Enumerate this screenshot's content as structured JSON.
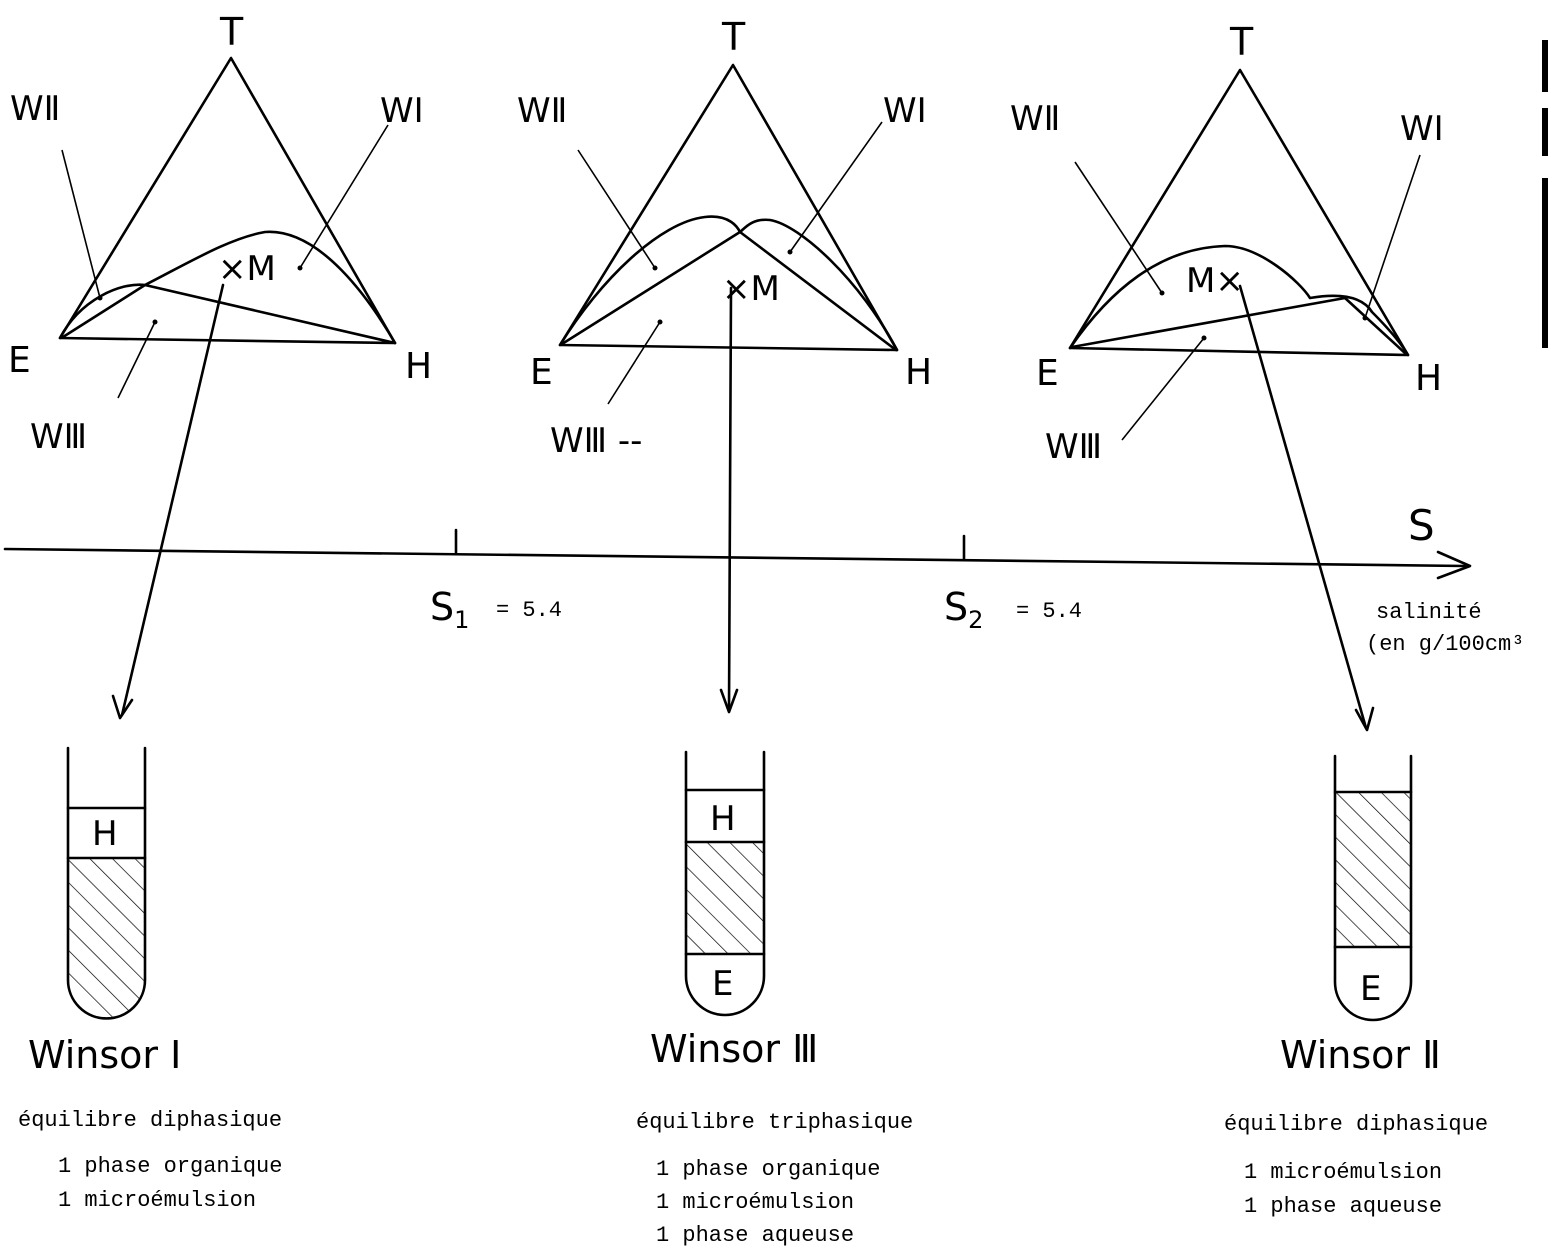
{
  "diagrams": [
    {
      "vertices": {
        "top": "T",
        "left": "E",
        "right": "H"
      },
      "regions": {
        "w2": "WⅡ",
        "w1": "WI",
        "w3": "WⅢ"
      },
      "point": "×M"
    },
    {
      "vertices": {
        "top": "T",
        "left": "E",
        "right": "H"
      },
      "regions": {
        "w2": "WⅡ",
        "w1": "WI",
        "w3": "WⅢ --"
      },
      "point": "×M"
    },
    {
      "vertices": {
        "top": "T",
        "left": "E",
        "right": "H"
      },
      "regions": {
        "w2": "WⅡ",
        "w1": "WI",
        "w3": "WⅢ"
      },
      "point": "M×"
    }
  ],
  "axis": {
    "label": "S",
    "s1_label": "S",
    "s1_sub": "1",
    "s1_value": "= 5.4",
    "s2_label": "S",
    "s2_sub": "2",
    "s2_value": "= 5.4",
    "caption_line1": "salinité",
    "caption_line2": "(en g/100cm³"
  },
  "tubes": [
    {
      "phase_labels": [
        "H"
      ],
      "title": "Winsor  I",
      "equilibrium": "équilibre diphasique",
      "phases": [
        "1  phase organique",
        "1  microémulsion"
      ]
    },
    {
      "phase_labels": [
        "H",
        "E"
      ],
      "title": "Winsor Ⅲ",
      "equilibrium": "équilibre triphasique",
      "phases": [
        "1  phase organique",
        "1  microémulsion",
        "1  phase aqueuse"
      ]
    },
    {
      "phase_labels": [
        "E"
      ],
      "title": "Winsor Ⅱ",
      "equilibrium": "équilibre diphasique",
      "phases": [
        "1  microémulsion",
        "1  phase aqueuse"
      ]
    }
  ]
}
